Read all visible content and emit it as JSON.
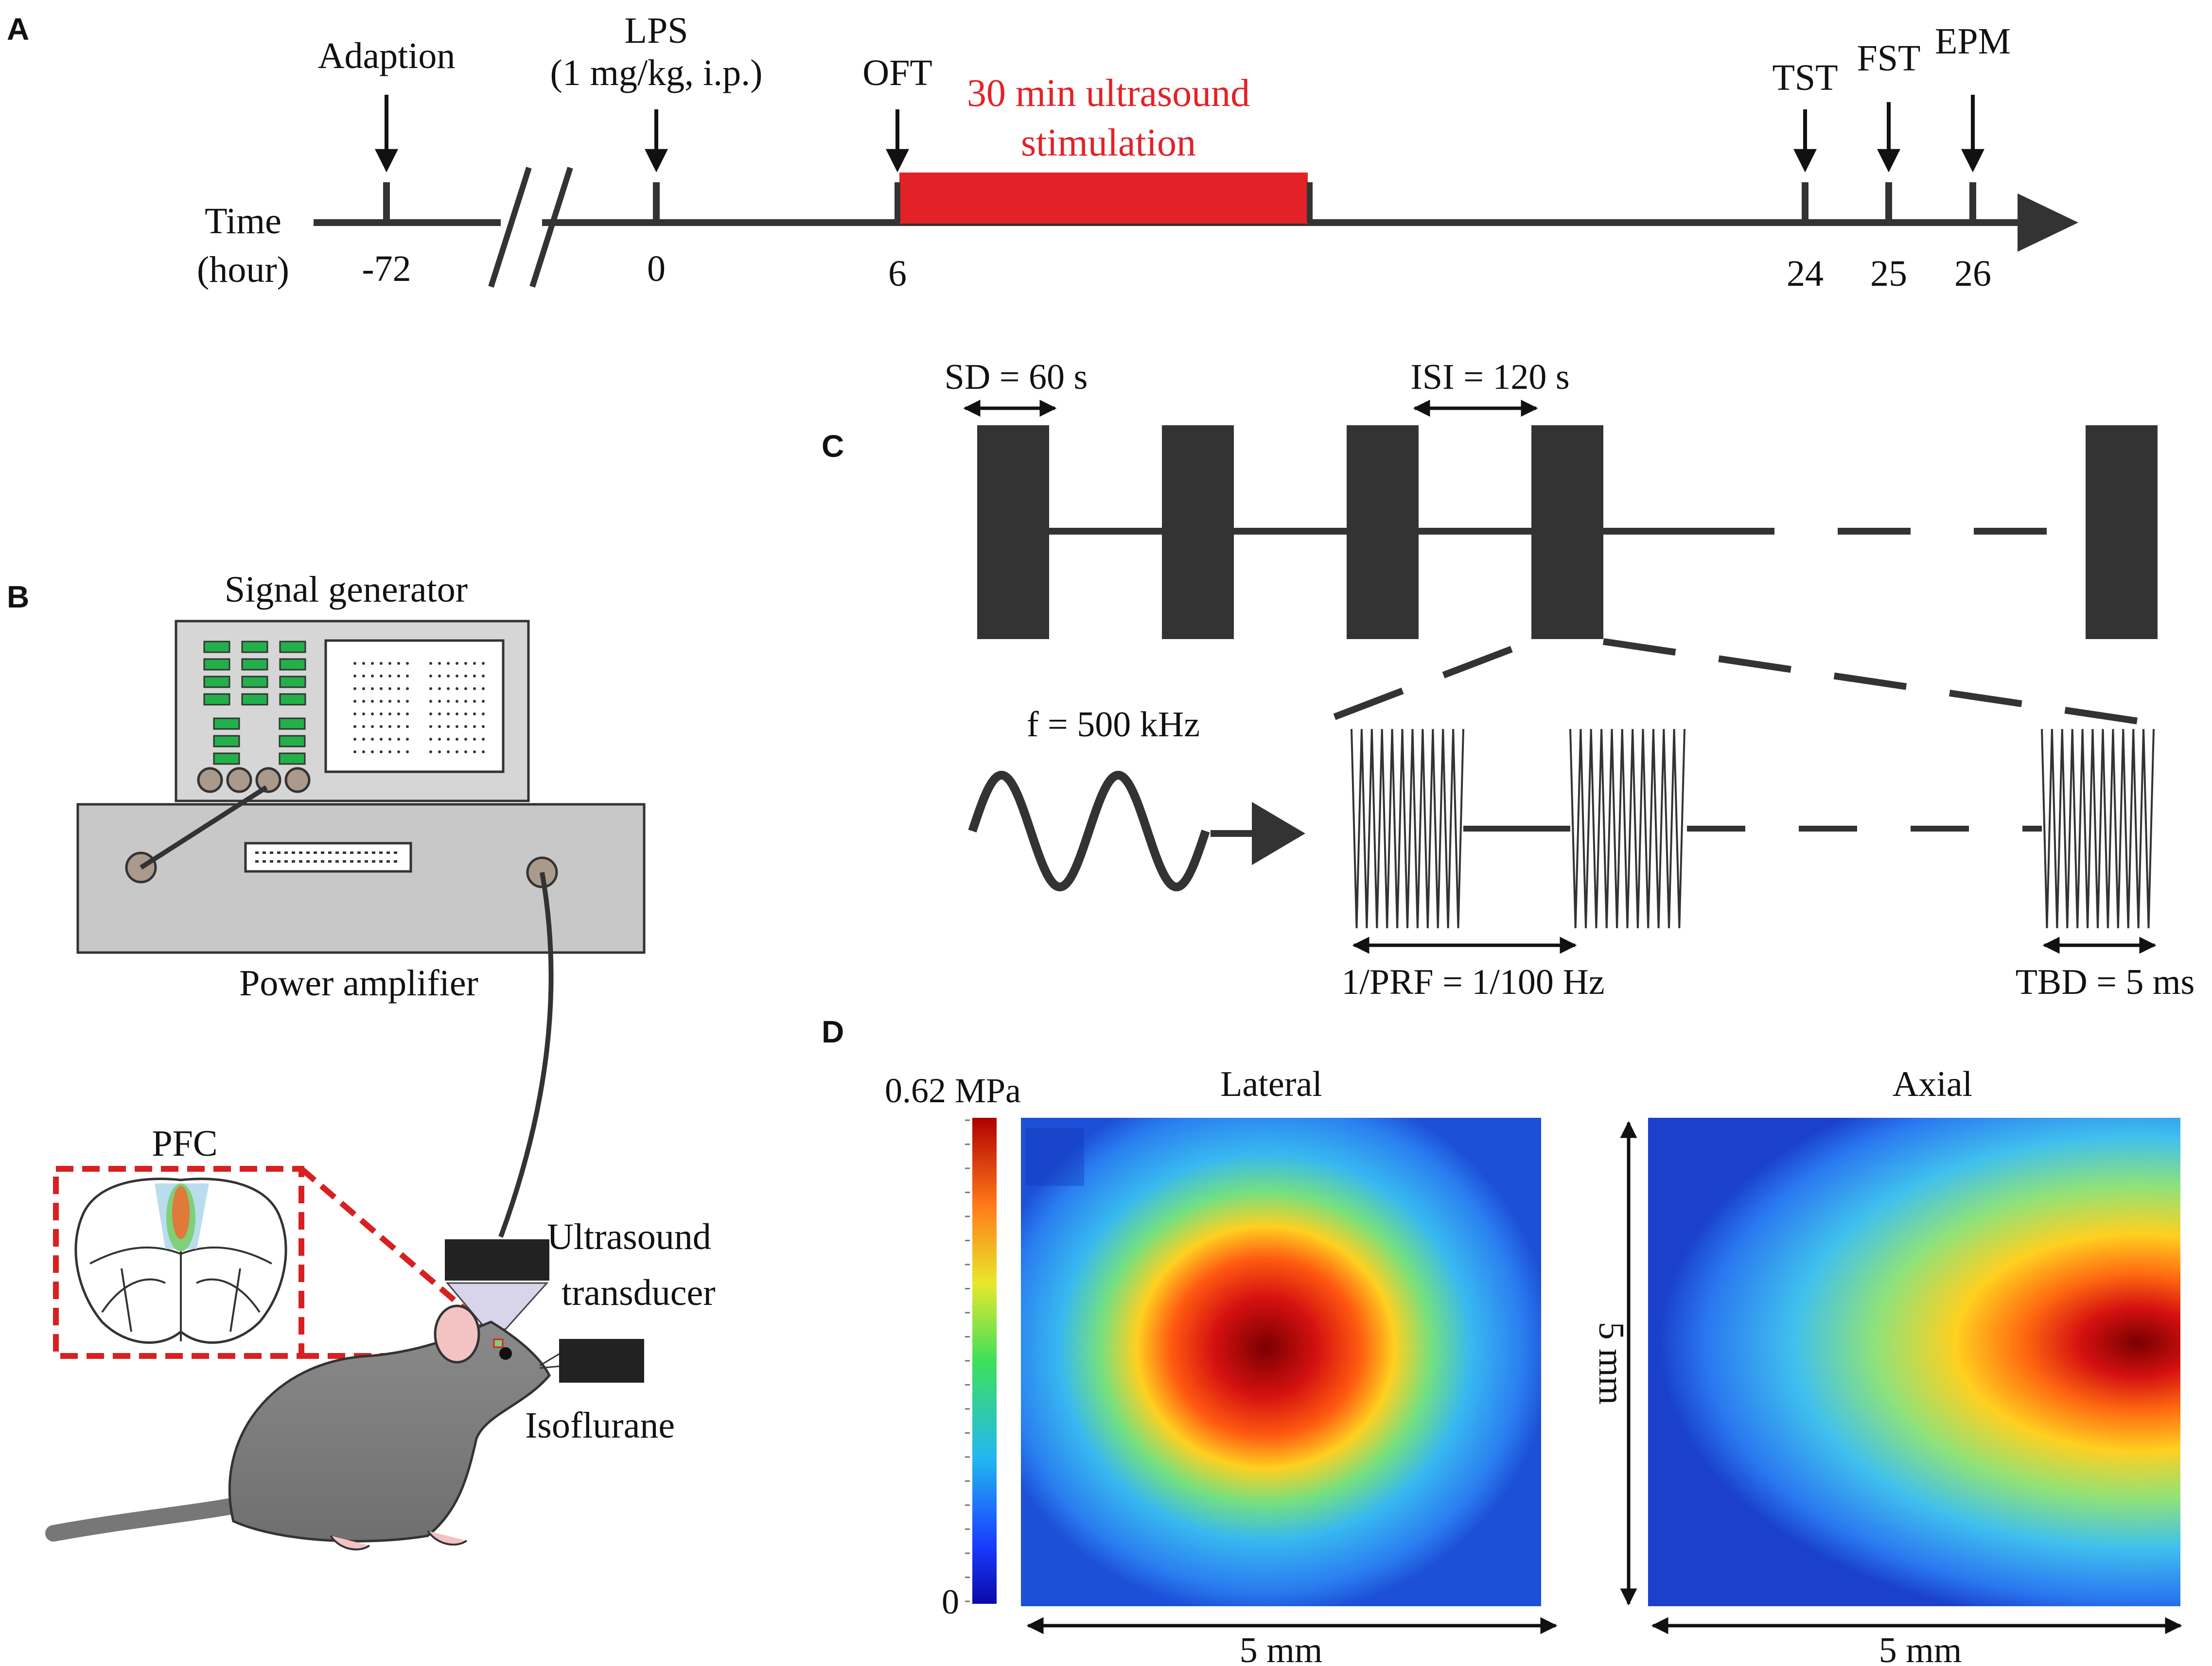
{
  "panels": {
    "A": "A",
    "B": "B",
    "C": "C",
    "D": "D"
  },
  "timeline": {
    "axis_label_1": "Time",
    "axis_label_2": "(hour)",
    "ticks": [
      "-72",
      "0",
      "6",
      "24",
      "25",
      "26"
    ],
    "events": {
      "adaption": "Adaption",
      "lps_1": "LPS",
      "lps_2": "(1 mg/kg, i.p.)",
      "oft": "OFT",
      "tst": "TST",
      "fst": "FST",
      "epm": "EPM"
    },
    "stim_label_1": "30 min ultrasound",
    "stim_label_2": "stimulation",
    "stim_color": "#e32227"
  },
  "setup": {
    "signal_generator": "Signal generator",
    "power_amplifier": "Power amplifier",
    "pfc": "PFC",
    "ultrasound_1": "Ultrasound",
    "ultrasound_2": "transducer",
    "isoflurane": "Isoflurane"
  },
  "protocol": {
    "sd": "SD = 60 s",
    "isi": "ISI = 120 s",
    "freq": "f = 500 kHz",
    "prf": "1/PRF = 1/100 Hz",
    "tbd": "TBD = 5 ms"
  },
  "heatmaps": {
    "scale_max": "0.62 MPa",
    "scale_min": "0",
    "lateral_title": "Lateral",
    "axial_title": "Axial",
    "lateral_xlabel": "5 mm",
    "axial_xlabel": "5 mm",
    "axial_ylabel": "5 mm"
  }
}
